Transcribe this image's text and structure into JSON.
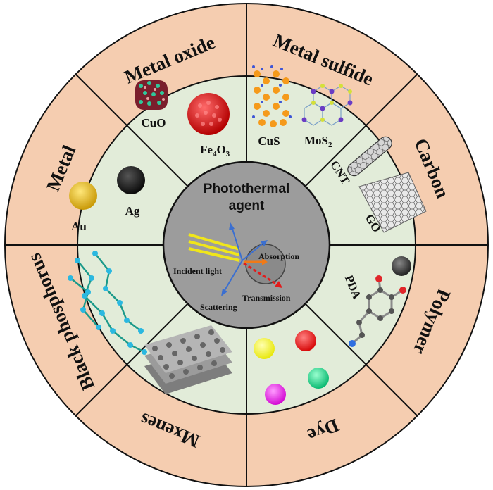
{
  "center": {
    "title_line1": "Photothermal",
    "title_line2": "agent",
    "incident": "Incident light",
    "absorption": "Absorption",
    "transmission": "Transmission",
    "scattering": "Scattering"
  },
  "categories": {
    "metal_oxide": "Metal oxide",
    "metal_sulfide": "Metal sulfide",
    "carbon": "Carbon",
    "polymer": "Polymer",
    "dye": "Dye",
    "mxenes": "Mxenes",
    "black_phosphorus": "Black phosphorus",
    "metal": "Metal"
  },
  "items": {
    "cuo": "CuO",
    "fe3o4_base": "Fe",
    "fe3o4_sub1": "4",
    "fe3o4_mid": "O",
    "fe3o4_sub2": "3",
    "cus": "CuS",
    "mos2_base": "MoS",
    "mos2_sub": "2",
    "cnt": "CNT",
    "go": "GO",
    "pda": "PDA",
    "au": "Au",
    "ag": "Ag"
  },
  "colors": {
    "outer_ring": "#f5cdb0",
    "inner_ring": "#e2ecd9",
    "center_disk": "#9c9c9c",
    "dividers": "#111111",
    "dye_yellow": "#ffff00",
    "dye_red": "#ff0000",
    "dye_green": "#00e48a",
    "dye_magenta": "#ff00ff"
  }
}
